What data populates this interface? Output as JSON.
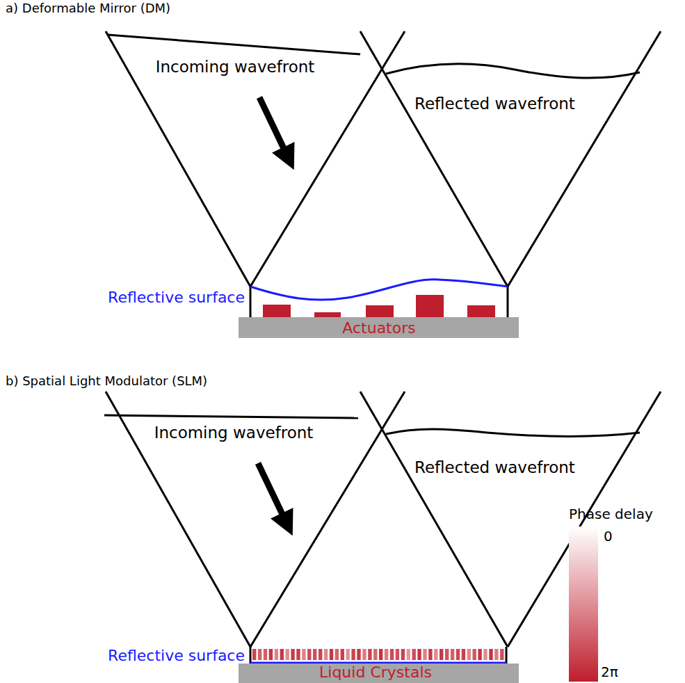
{
  "diagram": {
    "labels": [
      "a) Deformable Mirror (DM)",
      "Incoming wavefront",
      "Reflected wavefront",
      "Reflective surface",
      "Actuators",
      "b) Spatial Light Modulator (SLM)",
      "Incoming wavefront",
      "Reflected wavefront",
      "Phase delay",
      "0",
      "Reflective surface",
      "Liquid Crystals",
      "2π"
    ]
  }
}
